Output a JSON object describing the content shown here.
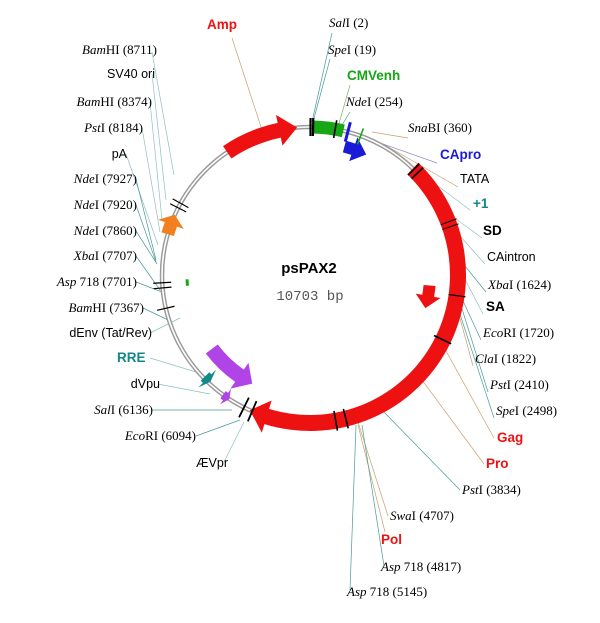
{
  "plasmid": {
    "name": "psPAX2",
    "size": "10703 bp"
  },
  "colors": {
    "backbone": "#9a9a9a",
    "red": "#ee1111",
    "green": "#16a616",
    "blue": "#1a1ad8",
    "purple": "#b044e6",
    "orange": "#f28020",
    "teal": "#128a8a",
    "darkred": "#8a1818",
    "feature_teal": "#138888"
  },
  "features": {
    "amp": "Amp",
    "cmvenh": "CMVenh",
    "capro": "CApro",
    "plus1": "+1",
    "sd": "SD",
    "sa": "SA",
    "gag": "Gag",
    "pro": "Pro",
    "pol": "Pol",
    "rre": "RRE"
  },
  "labels": {
    "sv40_ori": "SV40 ori",
    "pa": "pA",
    "denv": "dEnv (Tat/Rev)",
    "dvpu": "dVpu",
    "aevpr": "ÆVpr",
    "tata": "TATA",
    "caintron": "CAintron"
  },
  "sites": {
    "sal2": {
      "enzyme": "Sal",
      "suffix": "I",
      "pos": "(2)"
    },
    "spe19": {
      "enzyme": "Spe",
      "suffix": "I",
      "pos": "(19)"
    },
    "nde254": {
      "enzyme": "Nde",
      "suffix": "I",
      "pos": "(254)"
    },
    "sna360": {
      "enzyme": "Sna",
      "suffix": "BI",
      "pos": "(360)"
    },
    "xba1624": {
      "enzyme": "Xba",
      "suffix": "I",
      "pos": "(1624)"
    },
    "eco1720": {
      "enzyme": "Eco",
      "suffix": "RI",
      "pos": "(1720)"
    },
    "cla1822": {
      "enzyme": "Cla",
      "suffix": "I",
      "pos": "(1822)"
    },
    "pst2410": {
      "enzyme": "Pst",
      "suffix": "I",
      "pos": "(2410)"
    },
    "spe2498": {
      "enzyme": "Spe",
      "suffix": "I",
      "pos": "(2498)"
    },
    "pst3834": {
      "enzyme": "Pst",
      "suffix": "I",
      "pos": "(3834)"
    },
    "swa4707": {
      "enzyme": "Swa",
      "suffix": "I",
      "pos": "(4707)"
    },
    "asp4817": {
      "enzyme": "Asp",
      "suffix": " 718",
      "pos": "(4817)"
    },
    "asp5145": {
      "enzyme": "Asp",
      "suffix": " 718",
      "pos": "(5145)"
    },
    "bam8711": {
      "enzyme": "Bam",
      "suffix": "HI",
      "pos": "(8711)"
    },
    "bam8374": {
      "enzyme": "Bam",
      "suffix": "HI",
      "pos": "(8374)"
    },
    "pst8184": {
      "enzyme": "Pst",
      "suffix": "I",
      "pos": "(8184)"
    },
    "nde7927": {
      "enzyme": "Nde",
      "suffix": "I",
      "pos": "(7927)"
    },
    "nde7920": {
      "enzyme": "Nde",
      "suffix": "I",
      "pos": "(7920)"
    },
    "nde7860": {
      "enzyme": "Nde",
      "suffix": "I",
      "pos": "(7860)"
    },
    "xba7707": {
      "enzyme": "Xba",
      "suffix": "I",
      "pos": "(7707)"
    },
    "asp7701": {
      "enzyme": "Asp",
      "suffix": " 718",
      "pos": "(7701)"
    },
    "bam7367": {
      "enzyme": "Bam",
      "suffix": "HI",
      "pos": "(7367)"
    },
    "sal6136": {
      "enzyme": "Sal",
      "suffix": "I",
      "pos": "(6136)"
    },
    "eco6094": {
      "enzyme": "Eco",
      "suffix": "RI",
      "pos": "(6094)"
    }
  }
}
